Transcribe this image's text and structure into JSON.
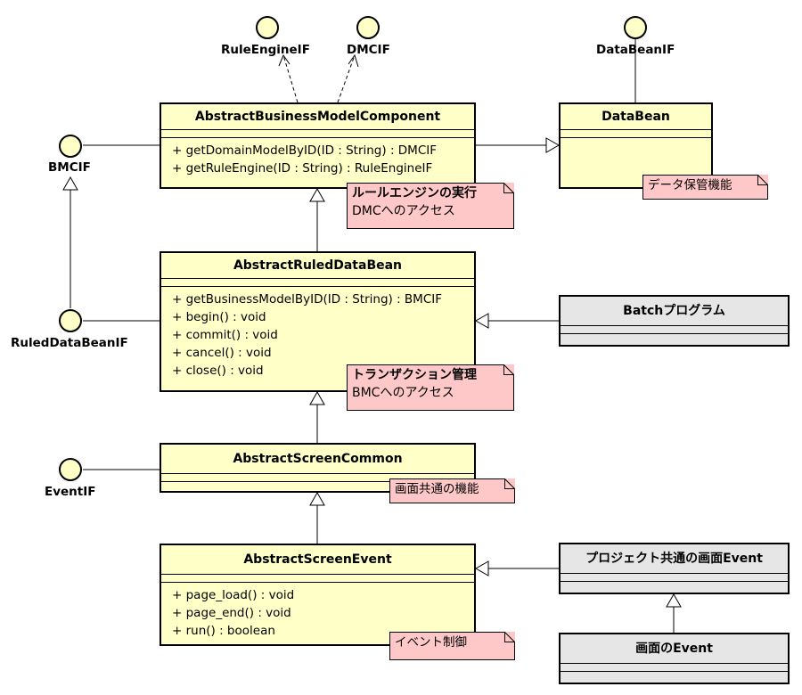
{
  "interfaces": {
    "rule_engine": "RuleEngineIF",
    "dmc": "DMCIF",
    "data_bean": "DataBeanIF",
    "bmc": "BMCIF",
    "ruled_data_bean": "RuledDataBeanIF",
    "event": "EventIF"
  },
  "classes": {
    "abm": {
      "name": "AbstractBusinessModelComponent",
      "ops": [
        "+ getDomainModelByID(ID : String) : DMCIF",
        "+ getRuleEngine(ID : String) : RuleEngineIF"
      ]
    },
    "data_bean": {
      "name": "DataBean"
    },
    "ruled": {
      "name": "AbstractRuledDataBean",
      "ops": [
        "+ getBusinessModelByID(ID : String) : BMCIF",
        "+ begin() : void",
        "+ commit() : void",
        "+ cancel() : void",
        "+ close() : void"
      ]
    },
    "batch": {
      "name": "Batchプログラム"
    },
    "screen_common": {
      "name": "AbstractScreenCommon"
    },
    "screen_event": {
      "name": "AbstractScreenEvent",
      "ops": [
        "+ page_load() : void",
        "+ page_end() : void",
        "+ run() : boolean"
      ]
    },
    "project_event": {
      "name": "プロジェクト共通の画面Event"
    },
    "screen_event_impl": {
      "name": "画面のEvent"
    }
  },
  "notes": {
    "abm": [
      "ルールエンジンの実行",
      "DMCへのアクセス"
    ],
    "data_bean": [
      "データ保管機能"
    ],
    "ruled": [
      "トランザクション管理",
      "BMCへのアクセス"
    ],
    "screen_common": [
      "画面共通の機能"
    ],
    "screen_event": [
      "イベント制御"
    ]
  },
  "colors": {
    "class_fill": "#ffffc8",
    "gray_fill": "#e6e6e6",
    "note_fill": "#ffc8c8",
    "line": "#000000"
  }
}
